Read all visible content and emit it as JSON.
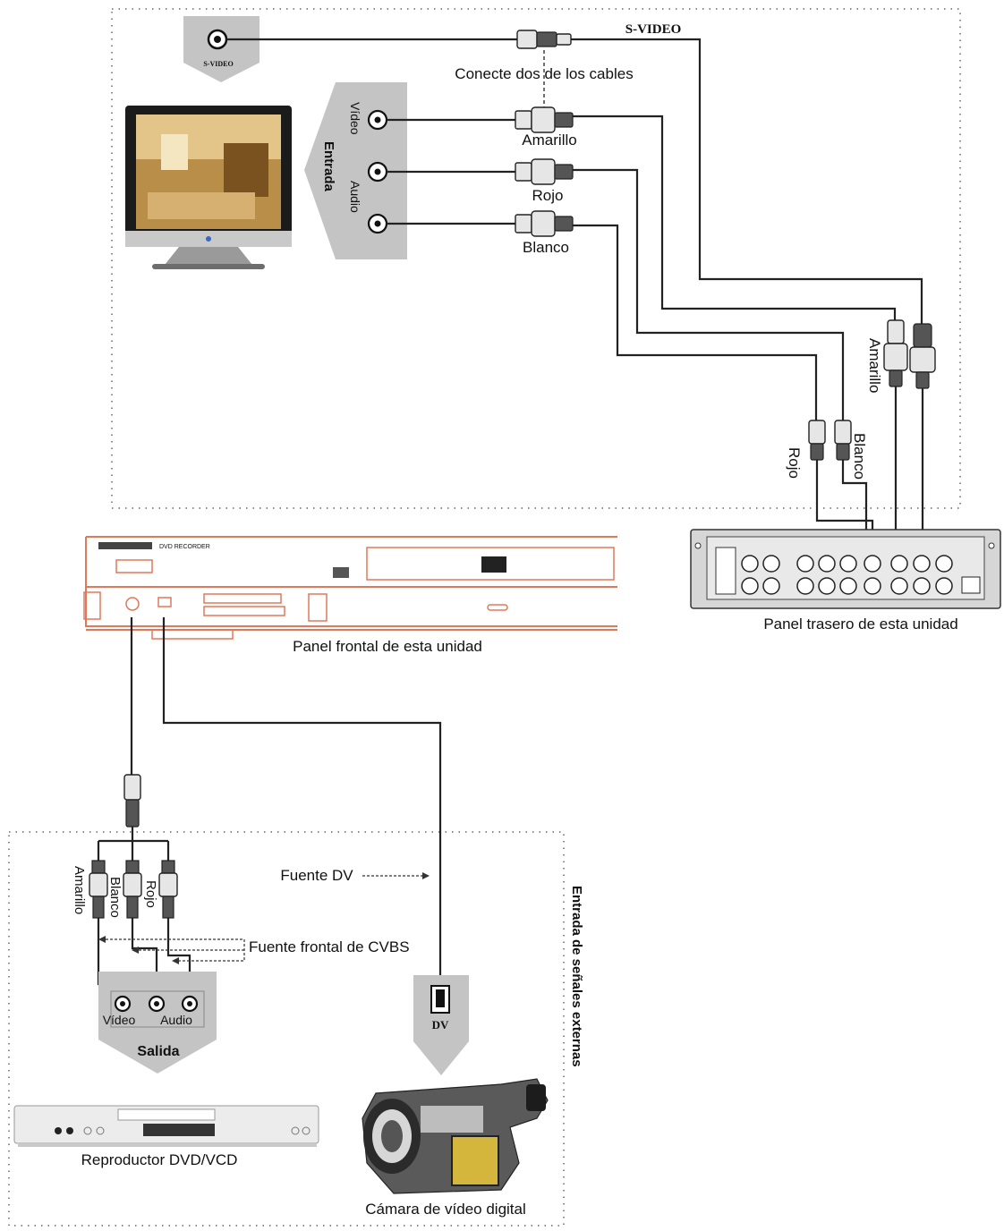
{
  "labels": {
    "svideo_jack": "S-VIDEO",
    "svideo_cable": "S-VIDEO",
    "connect_two": "Conecte dos de los cables",
    "amarillo": "Amarillo",
    "rojo": "Rojo",
    "blanco": "Blanco",
    "tv_video": "Vídeo",
    "tv_audio": "Audio",
    "tv_entrada": "Entrada",
    "rear_amarillo": "Amarillo",
    "rear_blanco": "Blanco",
    "rear_rojo": "Rojo",
    "panel_trasero": "Panel trasero de esta unidad",
    "panel_frontal": "Panel frontal de esta unidad",
    "front_amarillo": "Amarillo",
    "front_blanco": "Blanco",
    "front_rojo": "Rojo",
    "fuente_dv": "Fuente DV",
    "fuente_cvbs": "Fuente frontal de CVBS",
    "out_video": "Vídeo",
    "out_audio": "Audio",
    "salida": "Salida",
    "dv_port": "DV",
    "reproductor": "Reproductor DVD/VCD",
    "camara": "Cámara de vídeo digital",
    "entrada_externas": "Entrada de señales externas",
    "dvd_model": "DVD RECORDER"
  },
  "colors": {
    "panel_accent": "#e0785a",
    "arrow_gray": "#c4c4c4",
    "cable": "#222222"
  },
  "icons": {
    "tv": "lcd-tv-icon",
    "camera": "camcorder-icon",
    "player": "dvd-player-icon"
  }
}
